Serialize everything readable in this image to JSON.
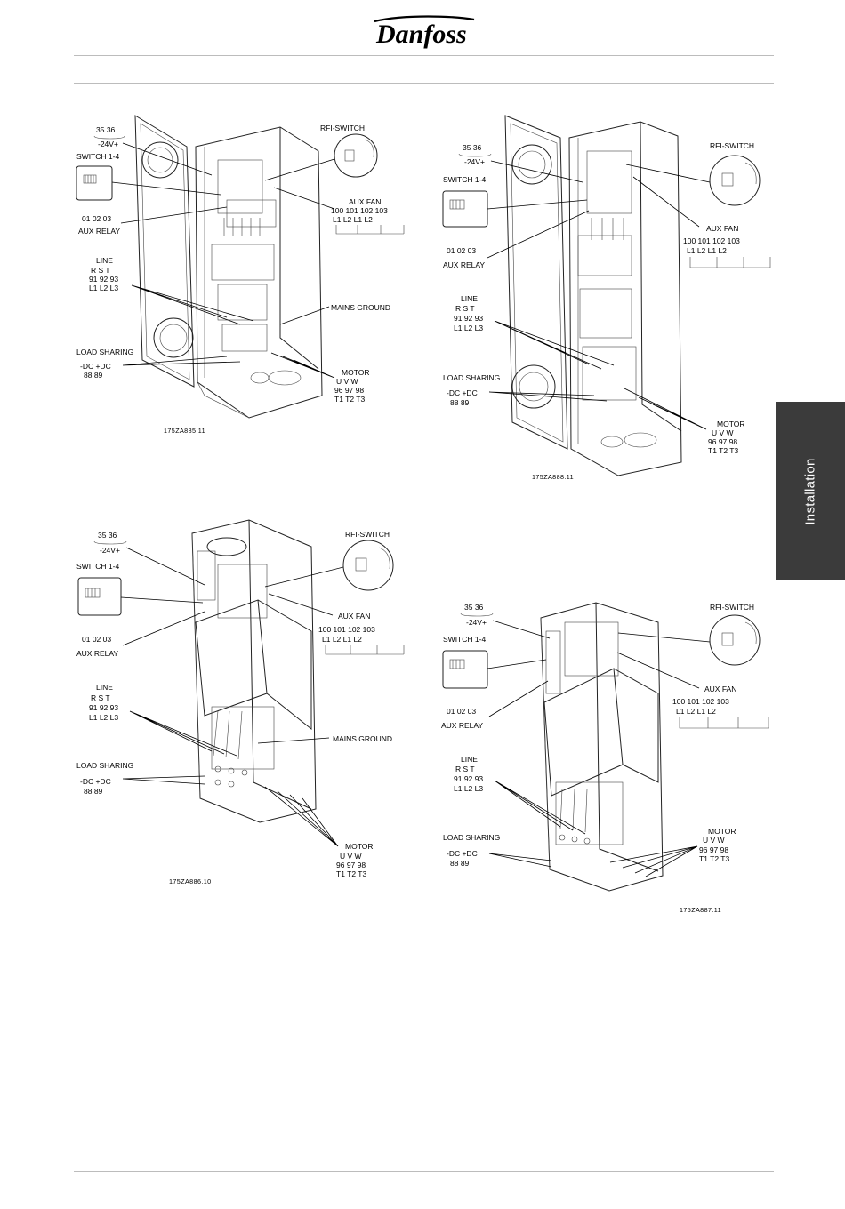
{
  "header": {
    "brand": "Danfoss"
  },
  "side_tab": {
    "label": "Installation"
  },
  "figures": [
    {
      "id": "A",
      "code": "175ZA885.11",
      "labels": {
        "pins_2436": "35  36",
        "v24": "-24V+",
        "switch": "SWITCH 1-4",
        "relay_pins": "01  02  03",
        "relay": "AUX RELAY",
        "line": "LINE",
        "rst": "R    S    T",
        "line_nums": "91  92  93",
        "line_l": "L1  L2  L3",
        "load": "LOAD SHARING",
        "dc": "-DC  +DC",
        "dc_nums": "88    89",
        "rfi": "RFI-SWITCH",
        "fan": "AUX FAN",
        "fan_nums": "100   101   102   103",
        "fan_l": "L1     L2     L1     L2",
        "mains": "MAINS GROUND",
        "motor": "MOTOR",
        "uvw": "U    V    W",
        "motor_nums": "96  97  98",
        "motor_t": "T1  T2  T3"
      }
    },
    {
      "id": "B",
      "code": "175ZA888.11",
      "labels": {
        "pins_2436": "35  36",
        "v24": "-24V+",
        "switch": "SWITCH 1-4",
        "relay_pins": "01  02  03",
        "relay": "AUX RELAY",
        "line": "LINE",
        "rst": "R    S    T",
        "line_nums": "91  92  93",
        "line_l": "L1  L2  L3",
        "load": "LOAD SHARING",
        "dc": "-DC  +DC",
        "dc_nums": "88    89",
        "rfi": "RFI-SWITCH",
        "fan": "AUX FAN",
        "fan_nums": "100    101    102    103",
        "fan_l": "L1      L2      L1      L2",
        "motor": "MOTOR",
        "uvw": "U    V    W",
        "motor_nums": "96  97  98",
        "motor_t": "T1  T2  T3"
      }
    },
    {
      "id": "C",
      "code": "175ZA886.10",
      "labels": {
        "pins_2436": "35  36",
        "v24": "-24V+",
        "switch": "SWITCH 1-4",
        "relay_pins": "01  02  03",
        "relay": "AUX RELAY",
        "line": "LINE",
        "rst": "R    S    T",
        "line_nums": "91  92  93",
        "line_l": "L1  L2  L3",
        "load": "LOAD SHARING",
        "dc": "-DC  +DC",
        "dc_nums": "88    89",
        "rfi": "RFI-SWITCH",
        "fan": "AUX FAN",
        "fan_nums": "100    101    102    103",
        "fan_l": "L1      L2      L1      L2",
        "mains": "MAINS GROUND",
        "motor": "MOTOR",
        "uvw": "U    V    W",
        "motor_nums": "96  97  98",
        "motor_t": "T1  T2  T3"
      }
    },
    {
      "id": "D",
      "code": "175ZA887.11",
      "labels": {
        "pins_2436": "35  36",
        "v24": "-24V+",
        "switch": "SWITCH 1-4",
        "relay_pins": "01  02  03",
        "relay": "AUX RELAY",
        "line": "LINE",
        "rst": "R    S    T",
        "line_nums": "91  92  93",
        "line_l": "L1  L2  L3",
        "load": "LOAD SHARING",
        "dc": "-DC  +DC",
        "dc_nums": "88    89",
        "rfi": "RFI-SWITCH",
        "fan": "AUX FAN",
        "fan_nums": "100    101    102    103",
        "fan_l": "L1      L2      L1      L2",
        "motor": "MOTOR",
        "uvw": "U    V    W",
        "motor_nums": "96  97  98",
        "motor_t": "T1  T2  T3"
      }
    }
  ]
}
